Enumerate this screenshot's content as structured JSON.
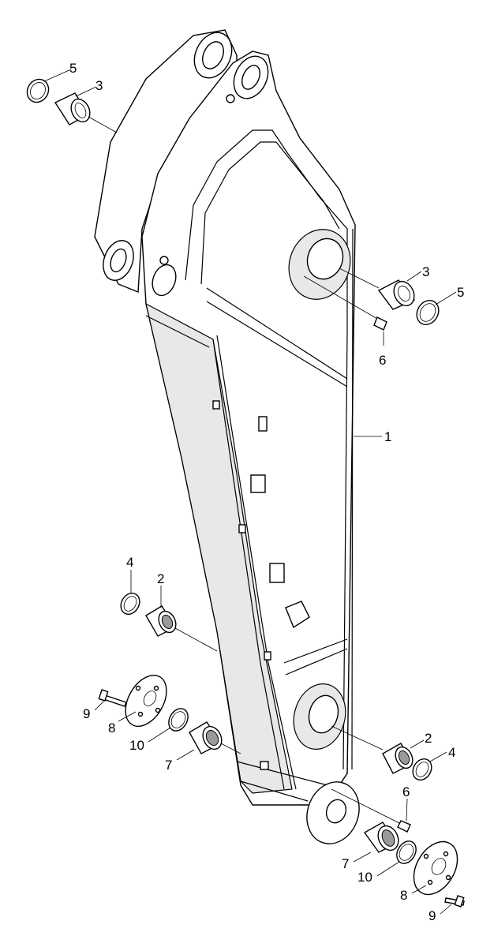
{
  "callouts": {
    "c1": "1",
    "c2a": "2",
    "c2b": "2",
    "c3a": "3",
    "c3b": "3",
    "c4a": "4",
    "c4b": "4",
    "c5a": "5",
    "c5b": "5",
    "c6a": "6",
    "c6b": "6",
    "c7a": "7",
    "c7b": "7",
    "c8a": "8",
    "c8b": "8",
    "c9a": "9",
    "c9b": "9",
    "c10a": "10",
    "c10b": "10"
  }
}
